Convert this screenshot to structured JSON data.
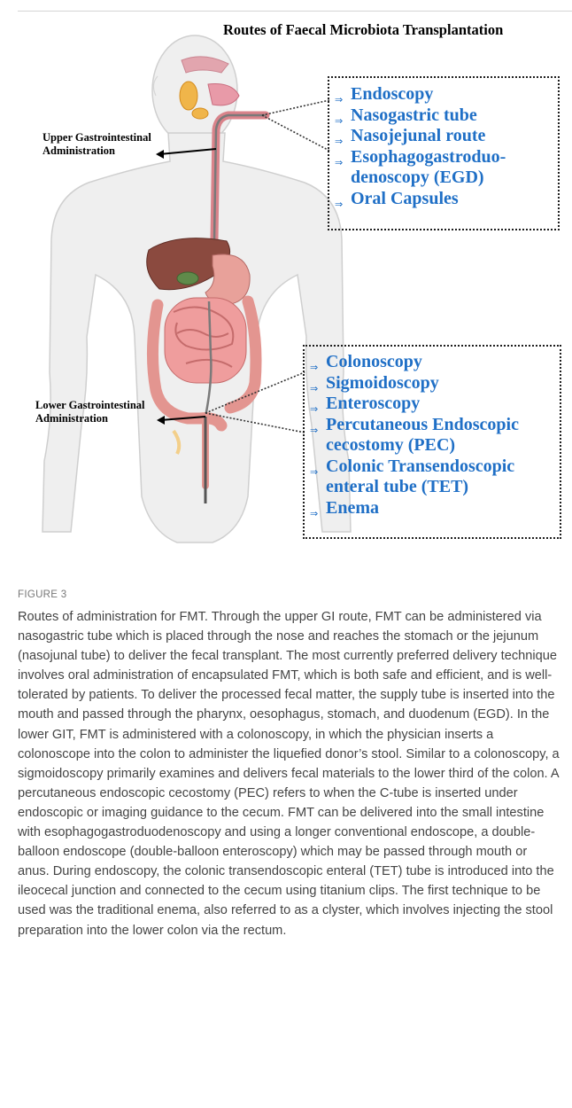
{
  "figure": {
    "title": "Routes of Faecal Microbiota Transplantation",
    "upper_label_line1": "Upper  Gastrointestinal",
    "upper_label_line2": "Administration",
    "lower_label_line1": "Lower Gastrointestinal",
    "lower_label_line2": "Administration",
    "arrow_glyph": "⇒",
    "upper_routes": [
      "Endoscopy",
      "Nasogastric tube",
      "Nasojejunal route",
      "Esophagogastroduo-",
      "Oral Capsules"
    ],
    "upper_route_continuation": "denoscopy (EGD)",
    "lower_routes": [
      "Colonoscopy",
      "Sigmoidoscopy",
      "Enteroscopy",
      "Percutaneous Endoscopic",
      "Colonic Transendoscopic",
      "Enema"
    ],
    "lower_route_continuations": [
      "cecostomy (PEC)",
      "enteral tube (TET)"
    ],
    "colors": {
      "route_text": "#1f6fc6",
      "body": "#ececec",
      "tube": "#d9838a",
      "intestine": "#e8a19a",
      "liver": "#8b4a3f"
    }
  },
  "caption": {
    "label": "FIGURE 3",
    "text": "Routes of administration for FMT. Through the upper GI route, FMT can be administered via nasogastric tube which is placed through the nose and reaches the stomach or the jejunum (nasojunal tube) to deliver the fecal transplant. The most currently preferred delivery technique involves oral administration of encapsulated FMT, which is both safe and efficient, and is well-tolerated by patients. To deliver the processed fecal matter, the supply tube is inserted into the mouth and passed through the pharynx, oesophagus, stomach, and duodenum (EGD). In the lower GIT, FMT is administered with a colonoscopy, in which the physician inserts a colonoscope into the colon to administer the liquefied donor’s stool. Similar to a colonoscopy, a sigmoidoscopy primarily examines and delivers fecal materials to the lower third of the colon. A percutaneous endoscopic cecostomy (PEC) refers to when the C-tube is inserted under endoscopic or imaging guidance to the cecum. FMT can be delivered into the small intestine with esophagogastroduodenoscopy and using a longer conventional endoscope, a double-balloon endoscope (double-balloon enteroscopy) which may be passed through mouth or anus. During endoscopy, the colonic transendoscopic enteral (TET) tube is introduced into the ileocecal junction and connected to the cecum using titanium clips. The first technique to be used was the traditional enema, also referred to as a clyster, which involves injecting the stool preparation into the lower colon via the rectum."
  }
}
